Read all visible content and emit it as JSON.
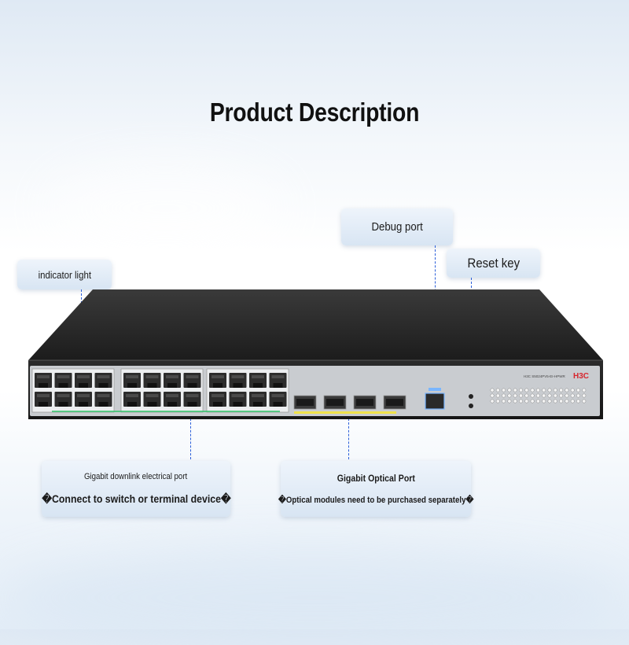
{
  "title": "Product Description",
  "callouts": {
    "indicator": "indicator light",
    "debug": "Debug port",
    "reset": "Reset key",
    "electrical_line1": "Gigabit downlink electrical port",
    "electrical_line2": "�Connect to switch or terminal device�",
    "optical_line1": "Gigabit Optical Port",
    "optical_line2": "�Optical modules need to be purchased separately�"
  },
  "device": {
    "brand_logo": "H3C",
    "model_text": "H3C S5024PV5-EI-HPWR"
  },
  "colors": {
    "leader_line": "#2b5fd9",
    "chassis_top": "#2a2a2a",
    "front_panel": "#c9ccd0",
    "brand_red": "#d7262e",
    "optical_underline": "#f0e24a",
    "electrical_underline": "#36c26b"
  }
}
